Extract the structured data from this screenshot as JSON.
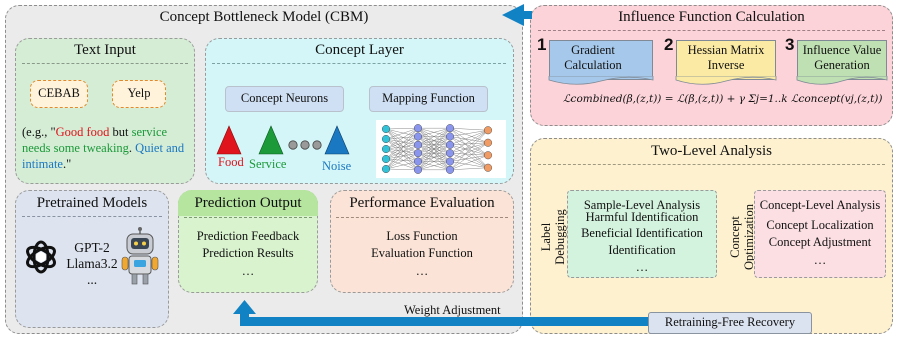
{
  "cbm": {
    "title": "Concept Bottleneck Model (CBM)",
    "text_input": {
      "title": "Text Input",
      "datasets": [
        "CEBAB",
        "Yelp"
      ],
      "example": {
        "open": "(e.g., \"",
        "red": "Good food",
        "mid": " but ",
        "green": "service needs some tweaking",
        "dot": ". ",
        "blue": "Quiet and intimate",
        "close": ".\""
      }
    },
    "concept_layer": {
      "title": "Concept Layer",
      "concept_neurons": "Concept Neurons",
      "mapping_function": "Mapping Function",
      "food": "Food",
      "service": "Service",
      "noise": "Noise"
    },
    "pretrained": {
      "title": "Pretrained Models",
      "models": [
        "GPT-2",
        "Llama3.2",
        "..."
      ]
    },
    "prediction": {
      "title": "Prediction Output",
      "lines": [
        "Prediction Feedback",
        "Prediction Results",
        "…"
      ]
    },
    "performance": {
      "title": "Performance Evaluation",
      "lines": [
        "Loss Function",
        "Evaluation Function",
        "…"
      ]
    }
  },
  "influence": {
    "title": "Influence Function Calculation",
    "steps": [
      {
        "num": "1",
        "label": "Gradient Calculation"
      },
      {
        "num": "2",
        "label": "Hessian Matrix Inverse"
      },
      {
        "num": "3",
        "label": "Influence Value Generation"
      }
    ],
    "formula": "ℒcombined(β,(z,t)) = ℒ(β,(z,t)) + γ Σj=1..k ℒconcept(vj,(z,t))"
  },
  "two_level": {
    "title": "Two-Level Analysis",
    "label_debugging": "Label Debugging",
    "sample": {
      "title": "Sample-Level Analysis",
      "lines": [
        "Harmful Identification",
        "Beneficial Identification",
        "…"
      ]
    },
    "concept_optimization": "Concept Optimization",
    "concept": {
      "title": "Concept-Level Analysis",
      "lines": [
        "Concept Localization",
        "Concept Adjustment",
        "…"
      ]
    },
    "recovery": "Retraining-Free Recovery"
  },
  "weight_adjustment": "Weight Adjustment",
  "colors": {
    "cbm_bg": "#ebebeb",
    "text_input_bg": "#d5ecd5",
    "concept_layer_bg": "#d4f6f8",
    "pretrained_bg": "#dde4ef",
    "prediction_bg": "#d9f3cf",
    "performance_bg": "#fbe4d7",
    "influence_bg": "#fbd3d8",
    "two_level_bg": "#fdf1cf",
    "arrow": "#1182c3",
    "red": "#e0141c",
    "green": "#1c9a3a",
    "blue": "#1a78c2"
  }
}
